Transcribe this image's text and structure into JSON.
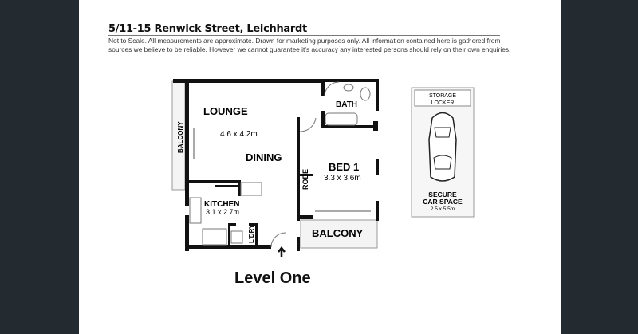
{
  "header": {
    "title": "5/11-15 Renwick Street, Leichhardt",
    "disclaimer": "Not to Scale. All measurements are approximate. Drawn for marketing purposes only.  All information contained here is gathered from sources we believe to be reliable. However we cannot guarantee it's accuracy any interested persons should rely on their own enquiries."
  },
  "plan": {
    "lounge": "LOUNGE",
    "lounge_size": "4.6 x 4.2m",
    "dining": "DINING",
    "bath": "BATH",
    "bed": "BED 1",
    "bed_size": "3.3 x 3.6m",
    "robe": "ROBE",
    "kitchen": "KITCHEN",
    "kitchen_size": "3.1 x 2.7m",
    "laundry": "L'DRY",
    "balcony_side": "BALCONY",
    "balcony": "BALCONY",
    "storage_line1": "STORAGE",
    "storage_line2": "LOCKER",
    "car_line1": "SECURE",
    "car_line2": "CAR SPACE",
    "car_size": "2.5 x 5.5m"
  },
  "footer": {
    "level": "Level One"
  }
}
